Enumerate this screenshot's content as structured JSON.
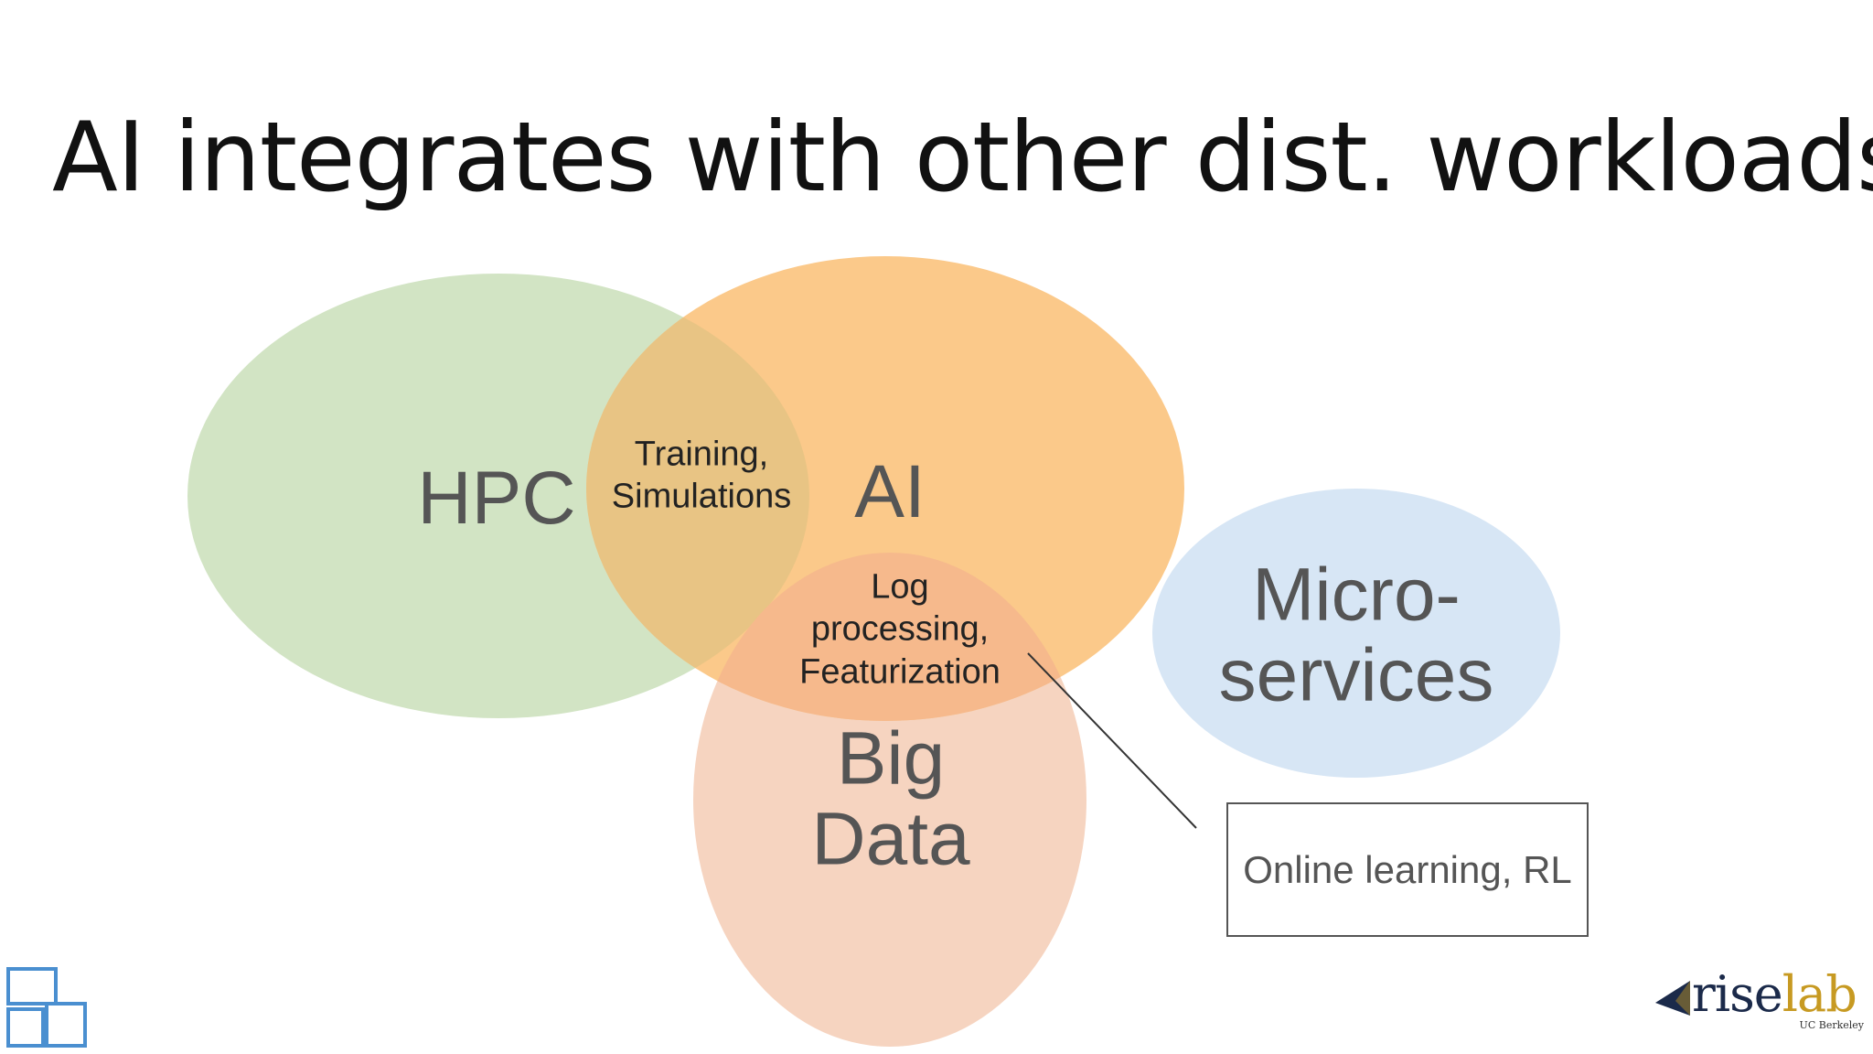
{
  "slide": {
    "title": "AI integrates with other dist. workloads"
  },
  "diagram": {
    "sets": [
      {
        "id": "hpc",
        "label": "HPC",
        "color": "#d2e4c4"
      },
      {
        "id": "ai",
        "label": "AI",
        "color": "#fbc98a"
      },
      {
        "id": "bigdata",
        "label": "Big\nData",
        "color": "#f6d4c0"
      },
      {
        "id": "microservices",
        "label": "Micro-\nservices",
        "color": "#d7e6f5"
      }
    ],
    "overlaps": [
      {
        "sets": [
          "hpc",
          "ai"
        ],
        "label": "Training,\nSimulations",
        "color": "#e8c484"
      },
      {
        "sets": [
          "ai",
          "bigdata"
        ],
        "label": "Log\nprocessing,\nFeaturization",
        "color": "#f6b98c"
      }
    ],
    "callout": {
      "label": "Online learning, RL",
      "points_to": "ai-bigdata-overlap"
    }
  },
  "logos": {
    "corner_icon": "squares-logo-icon",
    "brand": {
      "part1": "rise",
      "part2": "lab",
      "subtitle": "UC Berkeley",
      "colors": {
        "rise": "#1b2a4a",
        "lab": "#c79a22"
      }
    }
  }
}
